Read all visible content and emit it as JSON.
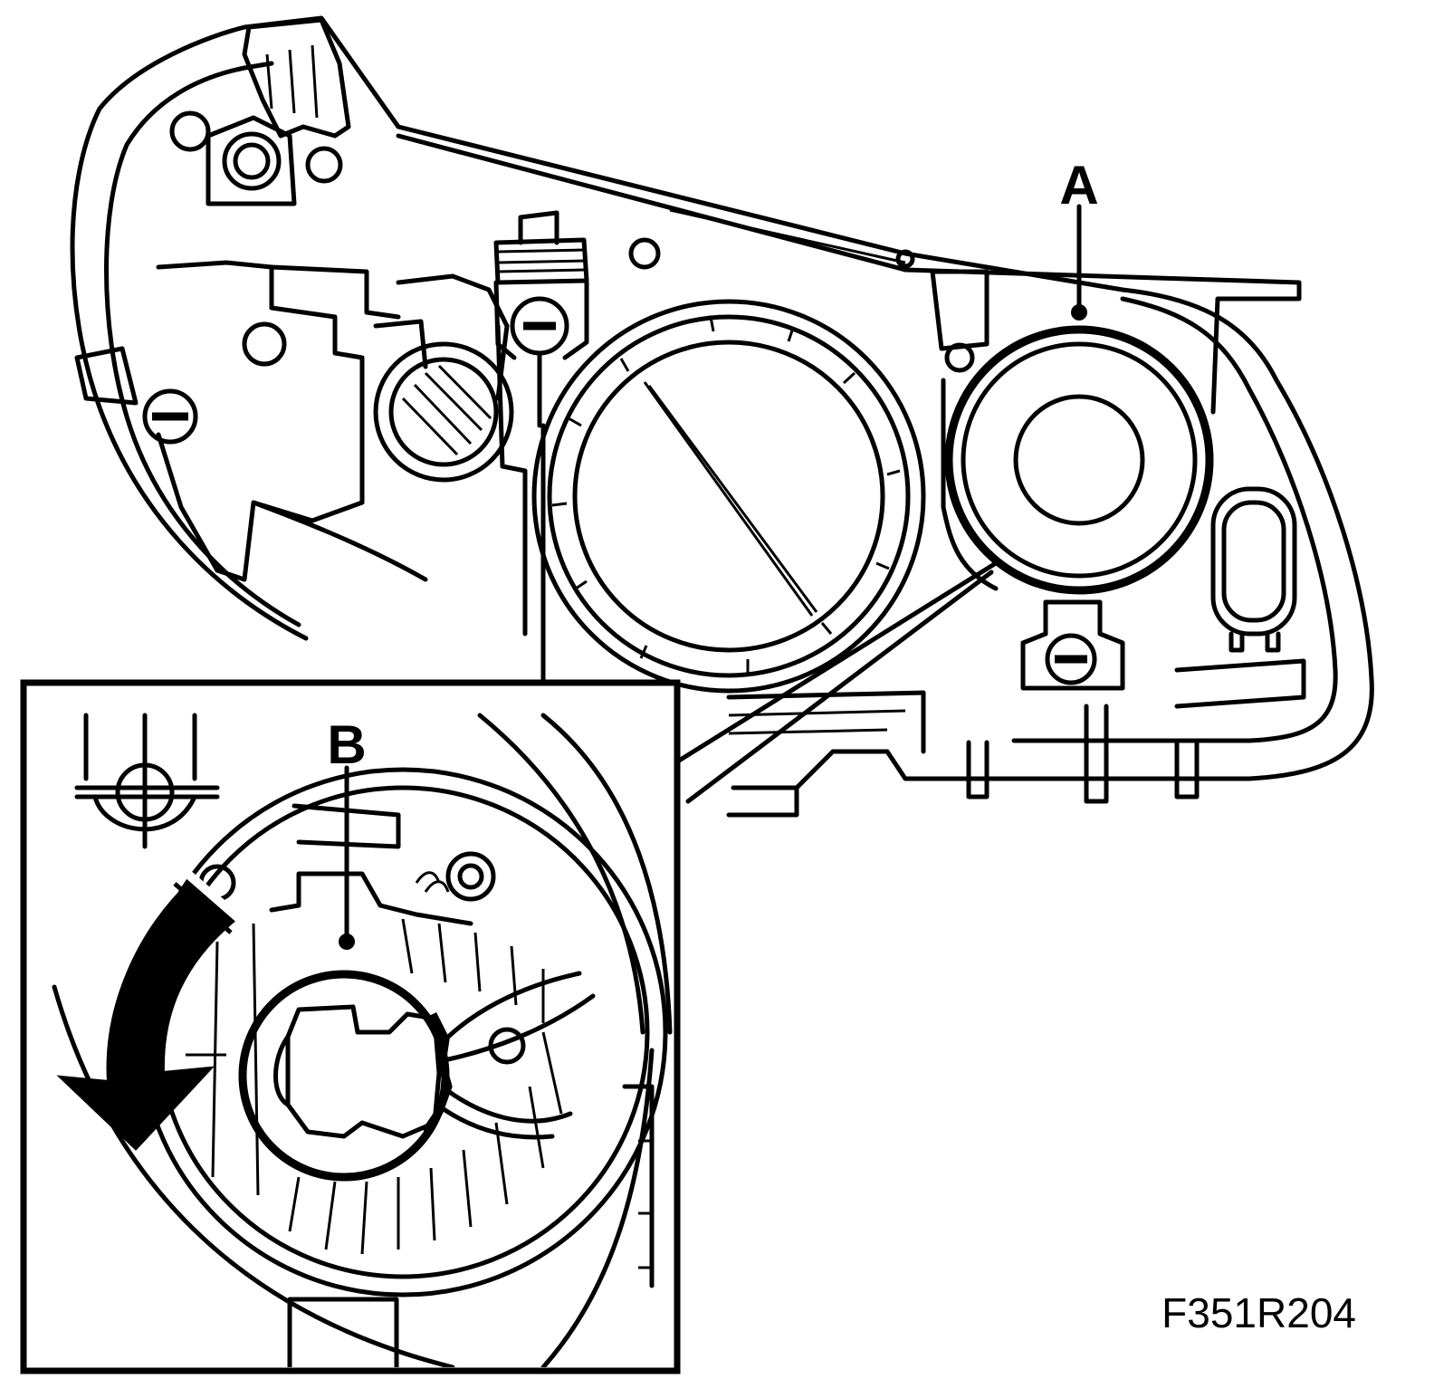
{
  "figure": {
    "callouts": {
      "a": "A",
      "b": "B"
    },
    "figure_code": "F351R204"
  }
}
